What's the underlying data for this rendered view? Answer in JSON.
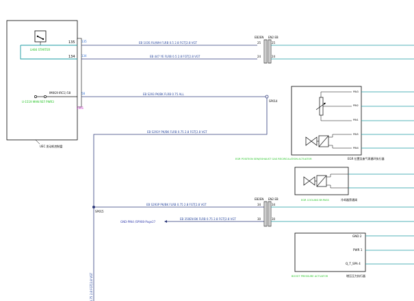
{
  "colors": {
    "box": "#000000",
    "wire_navy": "#2e3a7a",
    "wire_teal": "#1a9aa0",
    "wire_blue": "#2f6fd6",
    "label_blue": "#1f3f9a",
    "label_green": "#1fc21f",
    "label_magenta": "#c010c0",
    "ground_note": "#3a44b0"
  },
  "left_module": {
    "caption": "UEC 发动机控制盘",
    "starter_label": "LH84 STARTER",
    "mass_label": "U-1519 MAN REF PWR3",
    "pin_135": "135",
    "pin_134": "134",
    "pin_58_prefix": "IM0G9 IRC1) 58",
    "pin_58_blue": "58",
    "pin_135_blue": "135",
    "pin_134_blue": "134",
    "magenta_label": "1301"
  },
  "wires": {
    "w1": "EB 103S RU/WH FLRB 0.5 2.8 FGT[2.8 VGT",
    "w2": "EB 447 YE FLRB 0.5 2.8 FGT[2.8 VGT",
    "w3": "EB S293 PK/BK FLRB 0.75 ALL",
    "w4": "EB S293Y PK/BK FLRB 0.75 2.8 FGT[2.8 VGT",
    "w5": "EB S293P PK/BK FLRB 0.75 2.8 FGT[2.8 VGT",
    "w6": "EB 350EN BK FLRB 0.75 2.8 FGT[2.8 VGT",
    "vertical": "L75 2.8 FGT[2.8 VGT"
  },
  "connector_top": {
    "label_a": "EB2EN",
    "label_b": "EN2 EB",
    "pin_25a": "25",
    "pin_25b": "25",
    "pin_24a": "24",
    "pin_24b": "24"
  },
  "connector_bottom": {
    "label_a": "EB2EN",
    "label_b": "EN2 EB",
    "pin_34a": "34",
    "pin_34b": "34",
    "pin_30a": "30",
    "pin_30b": "30"
  },
  "splices": {
    "sp014": "SP014",
    "sp015": "SP015"
  },
  "ground_note": "GND-PIN4 /SP908-Page27",
  "egr_actuator": {
    "caption_green": "EGR POSITION SEN/EXHAUST GAS RECIRCULATION ACTUATOR",
    "caption_black": "EGR 位置及废气再循环执行器",
    "pins": [
      "PIN3",
      "PIN2",
      "PIN1",
      "PIN5",
      "PIN4"
    ]
  },
  "egr_cooling": {
    "caption_green": "EGR COOLING BY-PASS",
    "caption_black": "冷却器旁通阀"
  },
  "boost_actuator": {
    "caption_green": "BOOST PRESSURE ACTUATOR",
    "caption_black": "增压压力执行器",
    "pin_gnd": "GND 2",
    "pin_pwr": "PWR 1",
    "pin_qt": "Q_T_SPA 4"
  }
}
